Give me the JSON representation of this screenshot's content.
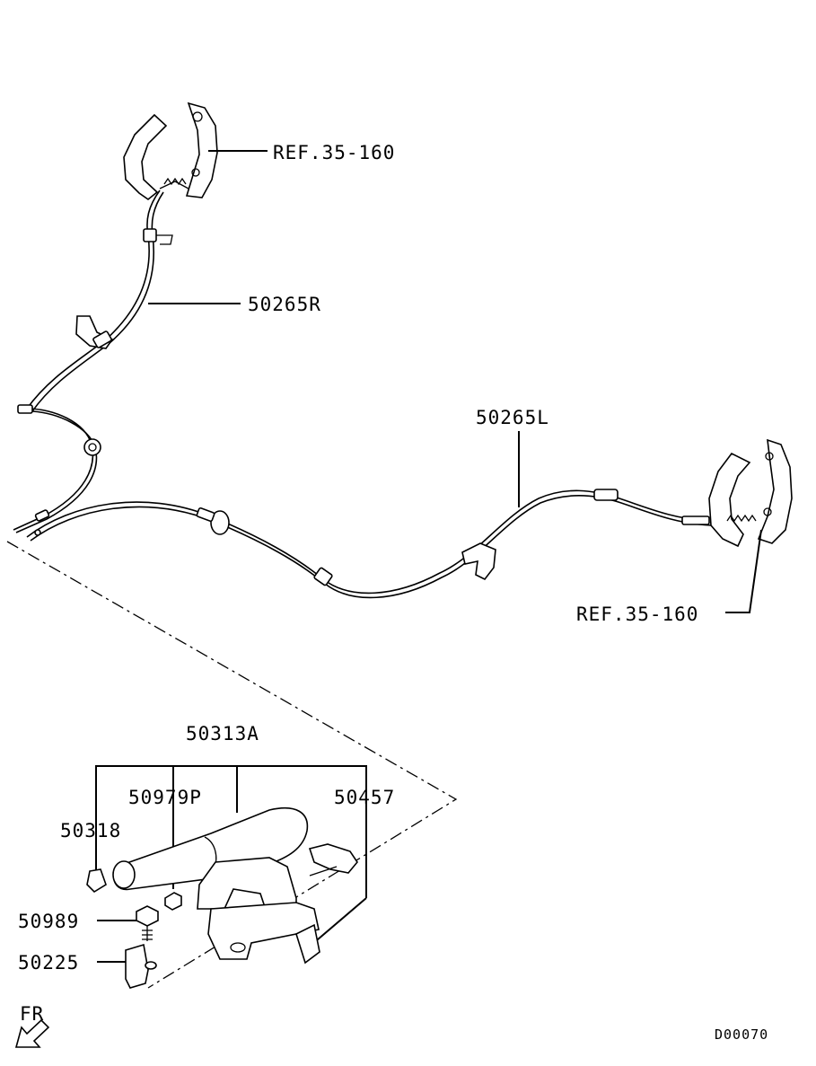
{
  "labels": {
    "ref_top": "REF.35-160",
    "ref_right": "REF.35-160",
    "cable_right": "50265R",
    "cable_left": "50265L",
    "lever_assy": "50313A",
    "grip": "50979P",
    "bracket": "50457",
    "cap": "50318",
    "bolt": "50989",
    "plate": "50225",
    "front_indicator": "FR",
    "drawing_code": "D00070"
  }
}
